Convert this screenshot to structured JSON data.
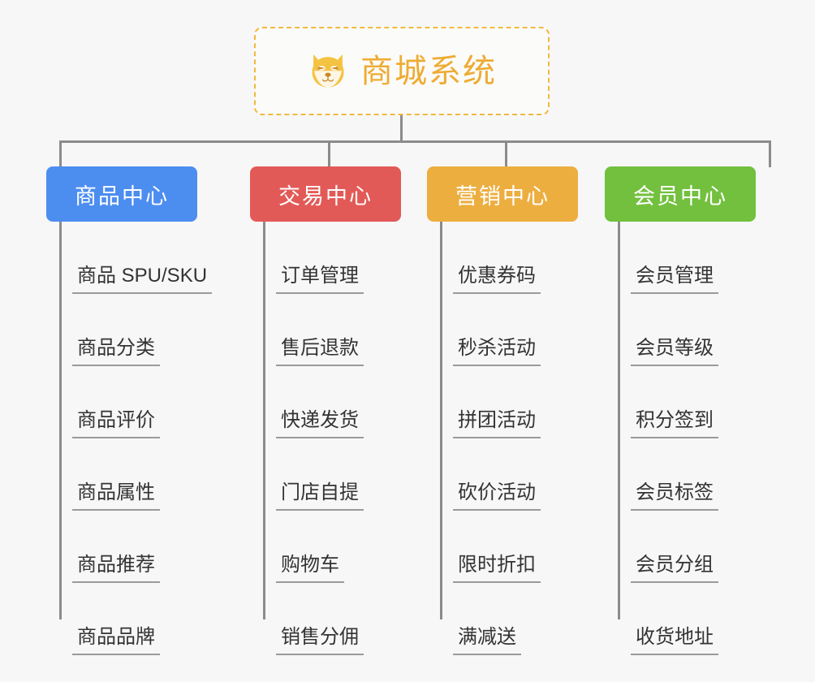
{
  "diagram": {
    "type": "org-chart",
    "root": {
      "title": "商城系统",
      "icon": "shiba-dog-icon",
      "color": "#eeac33",
      "border_color": "#f2b93d",
      "border_style": "dashed"
    },
    "branches": [
      {
        "label": "商品中心",
        "color": "#4c8df0",
        "items": [
          "商品 SPU/SKU",
          "商品分类",
          "商品评价",
          "商品属性",
          "商品推荐",
          "商品品牌"
        ]
      },
      {
        "label": "交易中心",
        "color": "#e25a57",
        "items": [
          "订单管理",
          "售后退款",
          "快递发货",
          "门店自提",
          "购物车",
          "销售分佣"
        ]
      },
      {
        "label": "营销中心",
        "color": "#edae40",
        "items": [
          "优惠券码",
          "秒杀活动",
          "拼团活动",
          "砍价活动",
          "限时折扣",
          "满减送"
        ]
      },
      {
        "label": "会员中心",
        "color": "#73c03f",
        "items": [
          "会员管理",
          "会员等级",
          "积分签到",
          "会员标签",
          "会员分组",
          "收货地址"
        ]
      }
    ],
    "connector_color": "#8b8b8b",
    "background_color": "#f7f7f7"
  }
}
